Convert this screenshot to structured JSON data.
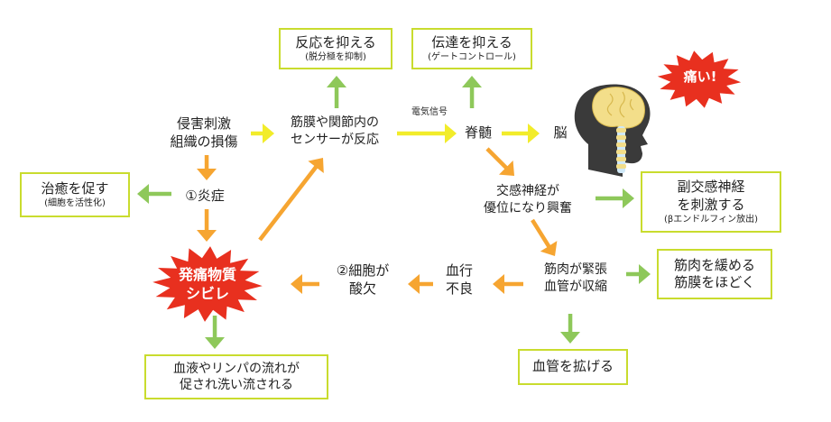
{
  "colors": {
    "yellow_arrow": "#f2ec2a",
    "green_arrow": "#8ec85a",
    "orange_arrow": "#f6a531",
    "box_border": "#c9dc2e",
    "burst_red": "#e8301f"
  },
  "nodes": {
    "stimulus": {
      "line1": "侵害刺激",
      "line2": "組織の損傷"
    },
    "sensor": {
      "line1": "筋膜や関節内の",
      "line2": "センサーが反応"
    },
    "signal_label": "電気信号",
    "spinal_cord": "脊髄",
    "brain": "脳",
    "pain_burst": "痛い!",
    "inflammation": "①炎症",
    "sympathetic": {
      "line1": "交感神経が",
      "line2": "優位になり興奮"
    },
    "muscle_tension": {
      "line1": "筋肉が緊張",
      "line2": "血管が収縮"
    },
    "poor_circulation": {
      "line1": "血行",
      "line2": "不良"
    },
    "hypoxia": {
      "line1": "②細胞が",
      "line2": "酸欠"
    },
    "pain_substance": {
      "line1": "発痛物質",
      "line2": "シビレ"
    }
  },
  "boxes": {
    "suppress_reaction": {
      "main": "反応を抑える",
      "sub": "(脱分極を抑制)"
    },
    "suppress_transmission": {
      "main": "伝達を抑える",
      "sub": "(ゲートコントロール)"
    },
    "promote_healing": {
      "main": "治癒を促す",
      "sub": "(細胞を活性化)"
    },
    "parasympathetic": {
      "line1": "副交感神経",
      "line2": "を刺激する",
      "sub": "(βエンドルフィン放出)"
    },
    "relax_muscle": {
      "line1": "筋肉を緩める",
      "line2": "筋膜をほどく"
    },
    "dilate_vessels": "血管を拡げる",
    "flush_blood": {
      "line1": "血液やリンパの流れが",
      "line2": "促され洗い流される"
    }
  },
  "icons": {
    "head": "head-silhouette-with-brain-and-spine-icon"
  }
}
